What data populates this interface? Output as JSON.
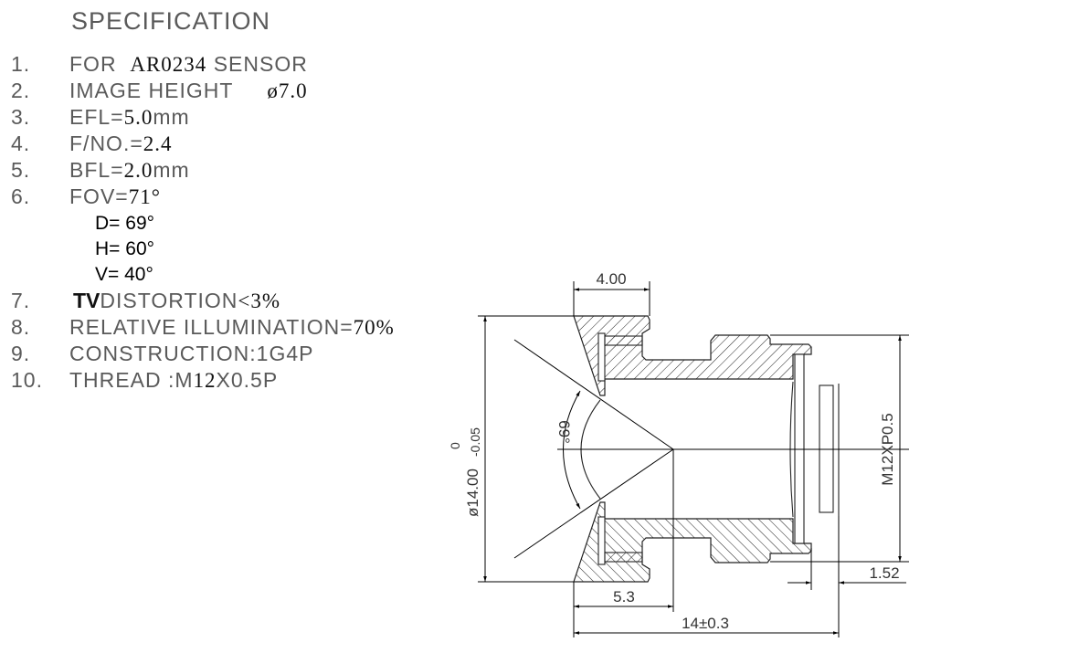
{
  "spec": {
    "title": "SPECIFICATION",
    "items": [
      {
        "num": "1.",
        "a": "FOR",
        "b": "AR0234",
        "c": "SENSOR"
      },
      {
        "num": "2.",
        "a": "IMAGE HEIGHT",
        "b": "ø7.0"
      },
      {
        "num": "3.",
        "a": "EFL=",
        "b": "5.0",
        "c": "mm"
      },
      {
        "num": "4.",
        "a": "F/NO.=",
        "b": "2.4"
      },
      {
        "num": "5.",
        "a": "BFL=",
        "b": "2.0",
        "c": "mm"
      },
      {
        "num": "6.",
        "a": "FOV=",
        "b": "71°"
      },
      {
        "num": "7.",
        "a": "TV",
        "b": "DISTORTION",
        "c": "<3%"
      },
      {
        "num": "8.",
        "a": "RELATIVE ILLUMINATION=",
        "b": "70%"
      },
      {
        "num": "9.",
        "a": "CONSTRUCTION:1G4P"
      },
      {
        "num": "10.",
        "a": "THREAD :M",
        "b": "12",
        "c": "X0.5P"
      }
    ],
    "fov_sub": [
      "D= 69°",
      "H= 60°",
      "V= 40°"
    ]
  },
  "drawing": {
    "dim_flange": "4.00",
    "dim_diameter": "ø14.00",
    "dim_diameter_upper_tol": "0",
    "dim_diameter_lower_tol": "-0.05",
    "dim_angle": "69°",
    "dim_thread": "M12XP0.5",
    "dim_bfl": "1.52",
    "dim_front": "5.3",
    "dim_total": "14±0.3"
  }
}
